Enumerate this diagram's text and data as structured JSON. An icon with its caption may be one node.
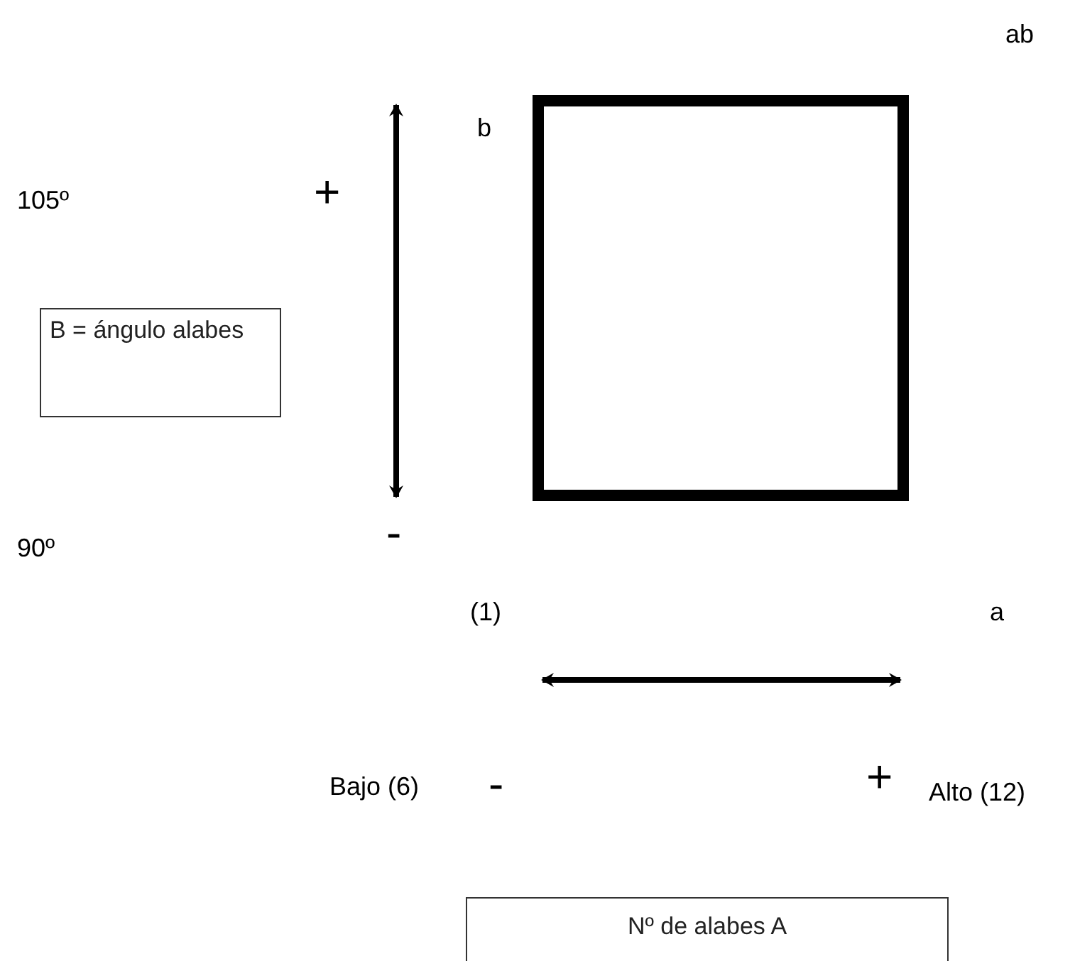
{
  "diagram": {
    "nodes": [
      {
        "text": [
          "B = ángulo alabes"
        ]
      },
      {
        "text": [
          "Nº de alabes A"
        ]
      }
    ],
    "labels": [
      "ab",
      "b",
      "105º",
      "+",
      "90º",
      "-",
      "(1)",
      "a",
      "Bajo (6)",
      "-",
      "+",
      "Alto (12)"
    ]
  }
}
